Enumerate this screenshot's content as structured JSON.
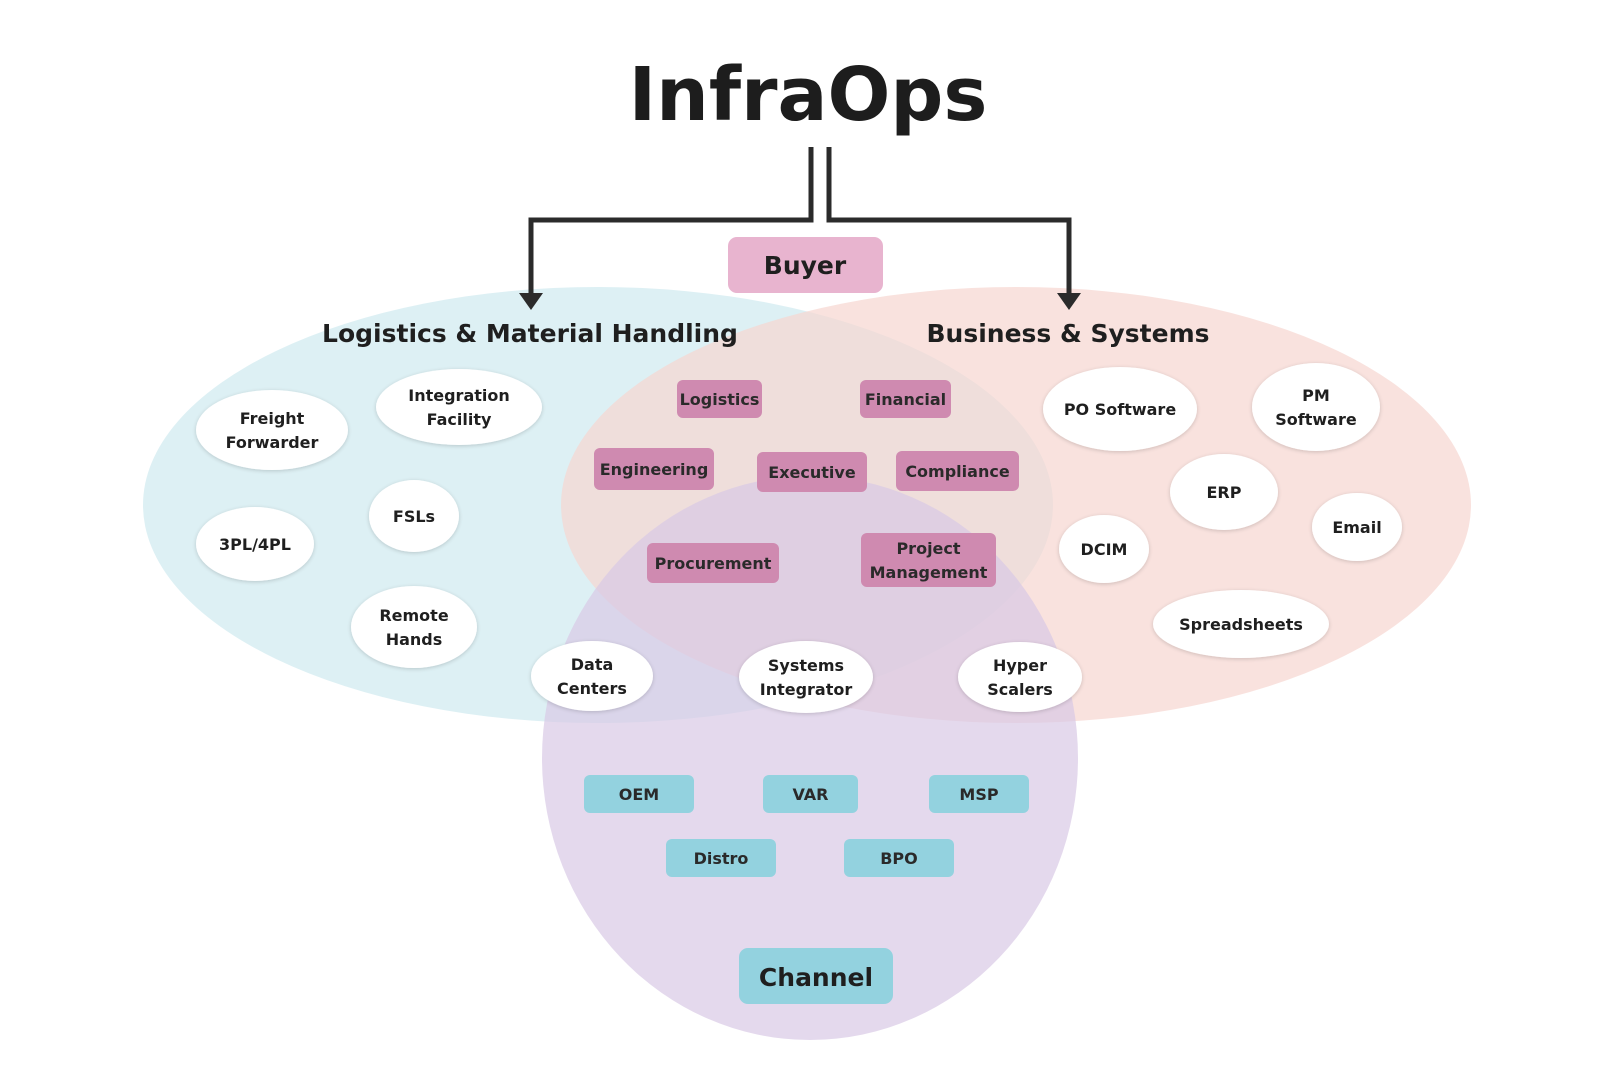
{
  "title": "InfraOps",
  "buyer_label": "Buyer",
  "channel_label": "Channel",
  "left_heading": "Logistics & Material Handling",
  "right_heading": "Business & Systems",
  "colors": {
    "left_circle": "#cfe9ef",
    "right_circle": "#f6d6d0",
    "bottom_circle": "#d9c9e6",
    "buyer_box": "#e8b4cf",
    "role_box": "#cf8ab0",
    "channel_box": "#93d2df",
    "arrow": "#2b2b2b"
  },
  "left_nodes": [
    {
      "lines": [
        "Freight",
        "Forwarder"
      ]
    },
    {
      "lines": [
        "Integration",
        "Facility"
      ]
    },
    {
      "lines": [
        "3PL/4PL"
      ]
    },
    {
      "lines": [
        "FSLs"
      ]
    },
    {
      "lines": [
        "Remote",
        "Hands"
      ]
    }
  ],
  "right_nodes": [
    {
      "lines": [
        "PO Software"
      ]
    },
    {
      "lines": [
        "PM",
        "Software"
      ]
    },
    {
      "lines": [
        "ERP"
      ]
    },
    {
      "lines": [
        "Email"
      ]
    },
    {
      "lines": [
        "DCIM"
      ]
    },
    {
      "lines": [
        "Spreadsheets"
      ]
    }
  ],
  "boundary_nodes": [
    {
      "lines": [
        "Data",
        "Centers"
      ]
    },
    {
      "lines": [
        "Systems",
        "Integrator"
      ]
    },
    {
      "lines": [
        "Hyper",
        "Scalers"
      ]
    }
  ],
  "buyer_roles": [
    {
      "lines": [
        "Logistics"
      ]
    },
    {
      "lines": [
        "Financial"
      ]
    },
    {
      "lines": [
        "Engineering"
      ]
    },
    {
      "lines": [
        "Executive"
      ]
    },
    {
      "lines": [
        "Compliance"
      ]
    },
    {
      "lines": [
        "Procurement"
      ]
    },
    {
      "lines": [
        "Project",
        "Management"
      ]
    }
  ],
  "channel_types": [
    {
      "label": "OEM"
    },
    {
      "label": "VAR"
    },
    {
      "label": "MSP"
    },
    {
      "label": "Distro"
    },
    {
      "label": "BPO"
    }
  ]
}
